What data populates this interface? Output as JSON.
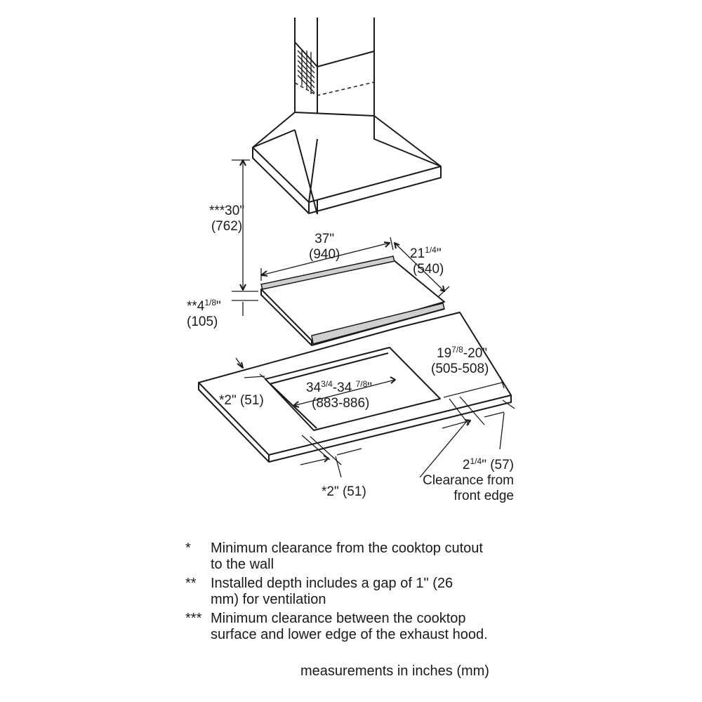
{
  "dimensions": {
    "hood_clearance": {
      "line1": "***30\"",
      "line2": "(762)"
    },
    "installed_depth": {
      "line1_pre": "**4",
      "line1_frac": "1/8",
      "line1_post": "\"",
      "line2": "(105)"
    },
    "cooktop_width": {
      "line1": "37\"",
      "line2": "(940)"
    },
    "cooktop_depth": {
      "line1_pre": "21",
      "line1_frac": "1/4",
      "line1_post": "\"",
      "line2": "(540)"
    },
    "cutout_depth": {
      "line1_pre": "19",
      "line1_frac": "7/8",
      "line1_post": "-20\"",
      "line2": "(505-508)"
    },
    "cutout_width": {
      "line1_pre": "34",
      "line1_frac": "3/4",
      "line1_mid": "-34 ",
      "line1_frac2": "7/8",
      "line1_post": "\"",
      "line2": "(883-886)"
    },
    "side_clearance": "*2\" (51)",
    "back_clearance": "*2\" (51)",
    "front_clearance": {
      "line1_pre": "2",
      "line1_frac": "1/4",
      "line1_post": "\" (57)",
      "line2": "Clearance from",
      "line3": "front edge"
    }
  },
  "notes": [
    {
      "mark": "*",
      "text": "Minimum clearance from the cooktop cutout to the wall"
    },
    {
      "mark": "**",
      "text": "Installed depth includes a gap of 1\" (26 mm) for ventilation"
    },
    {
      "mark": "***",
      "text": "Minimum clearance between the cooktop surface and lower edge of the exhaust hood."
    }
  ],
  "units_note": "measurements in inches (mm)"
}
